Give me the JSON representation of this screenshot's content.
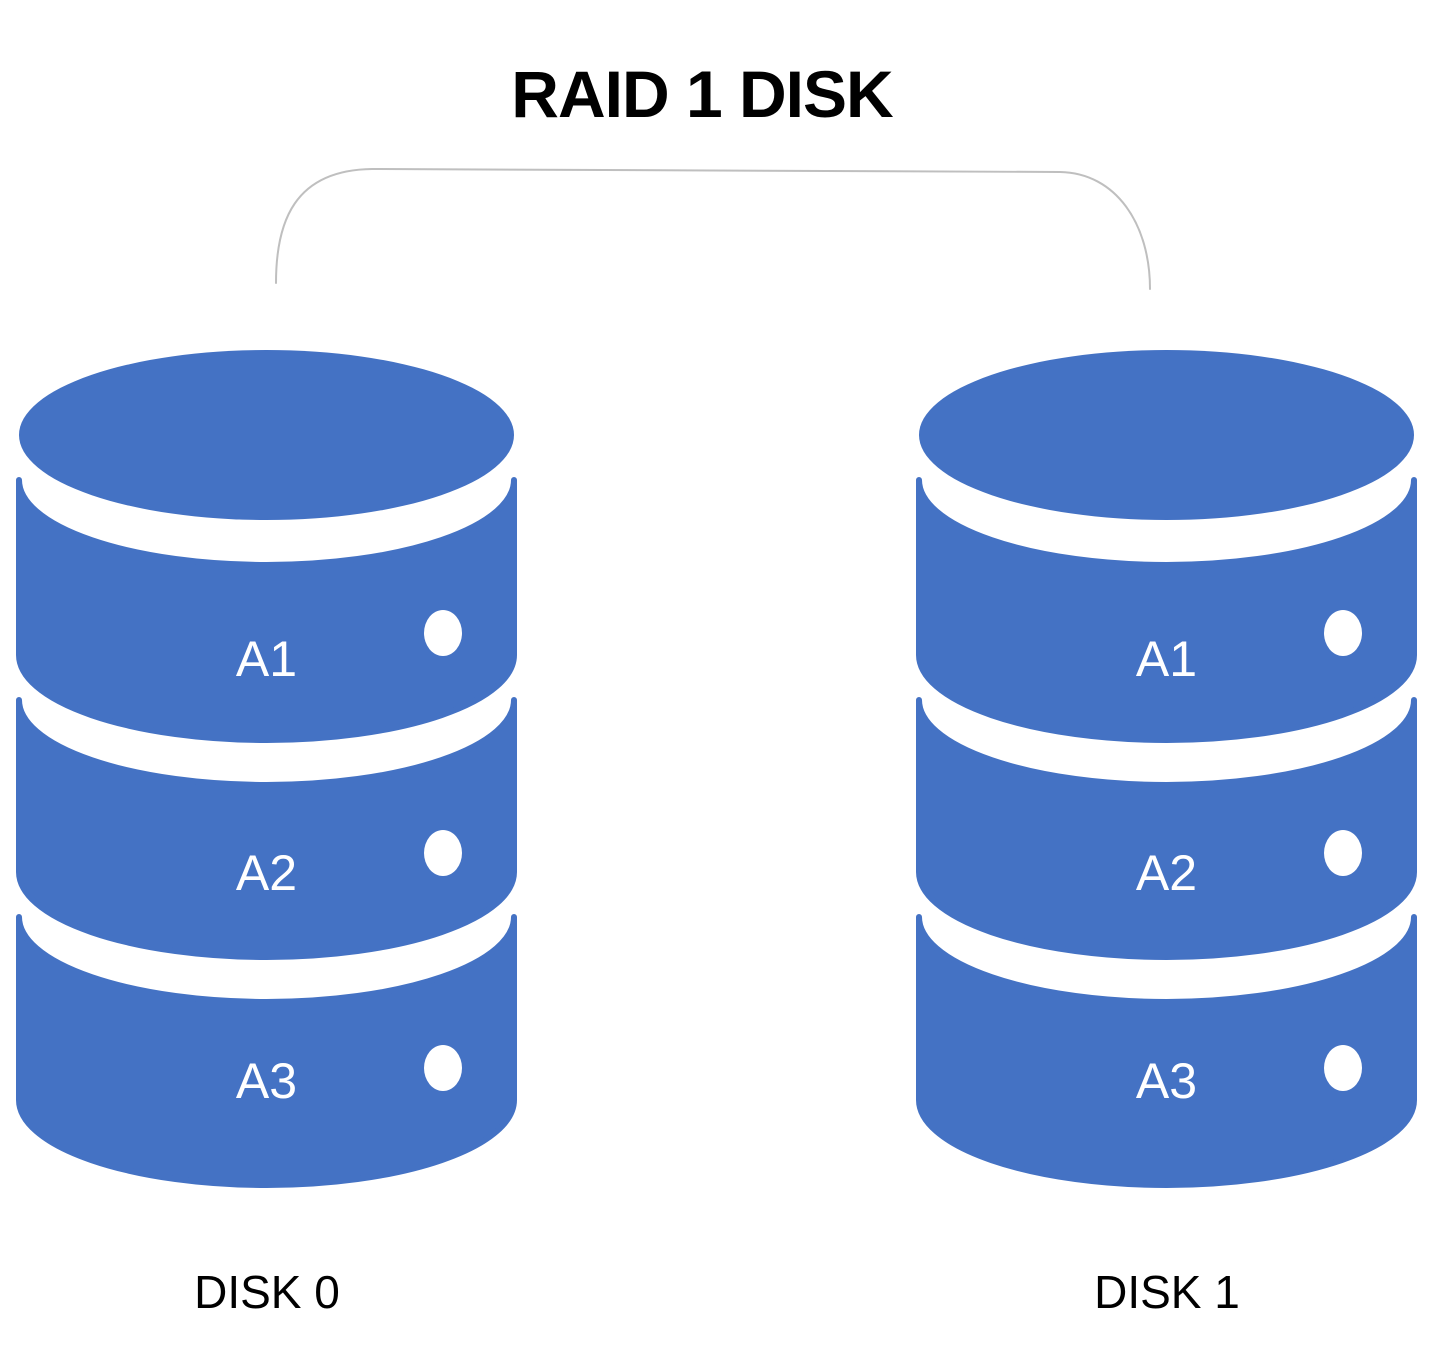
{
  "title": "RAID 1 DISK",
  "colors": {
    "cylinder_blue": "#4472C4",
    "connector_gray": "#BFBFBF",
    "label_white": "#FFFFFF",
    "text_black": "#000000",
    "background": "#FFFFFF"
  },
  "disks": [
    {
      "name": "DISK 0",
      "blocks": [
        {
          "label": "A1"
        },
        {
          "label": "A2"
        },
        {
          "label": "A3"
        }
      ]
    },
    {
      "name": "DISK 1",
      "blocks": [
        {
          "label": "A1"
        },
        {
          "label": "A2"
        },
        {
          "label": "A3"
        }
      ]
    }
  ]
}
